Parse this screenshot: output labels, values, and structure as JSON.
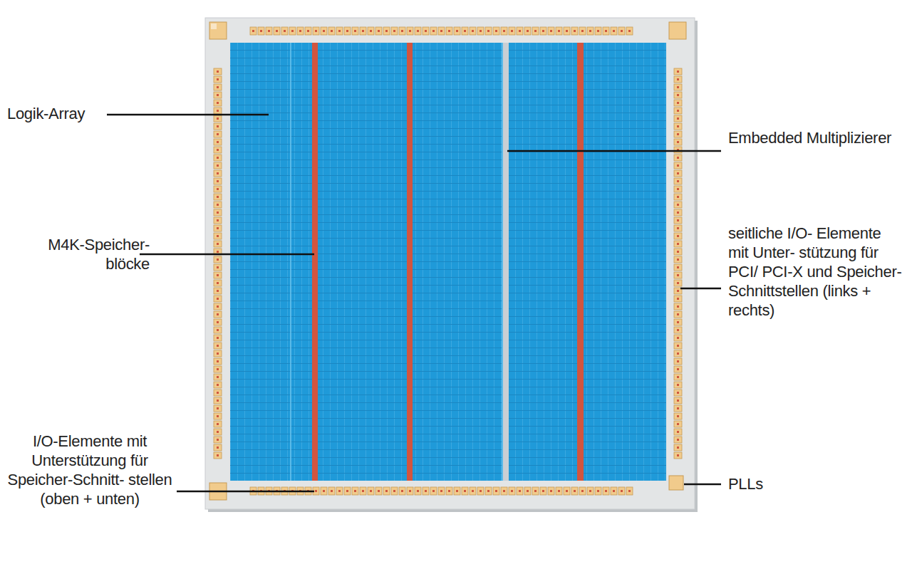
{
  "diagram": {
    "labels": [
      "Logik-Array",
      "M4K-Speicher- blöcke",
      "I/O-Elemente mit Unterstützung für Speicher-Schnitt- stellen (oben + unten)",
      "Embedded Multiplizierer",
      "seitliche I/O- Elemente mit Unter- stützung für PCI/ PCI-X und Speicher- Schnittstellen (links + rechts)",
      "PLLs"
    ]
  }
}
